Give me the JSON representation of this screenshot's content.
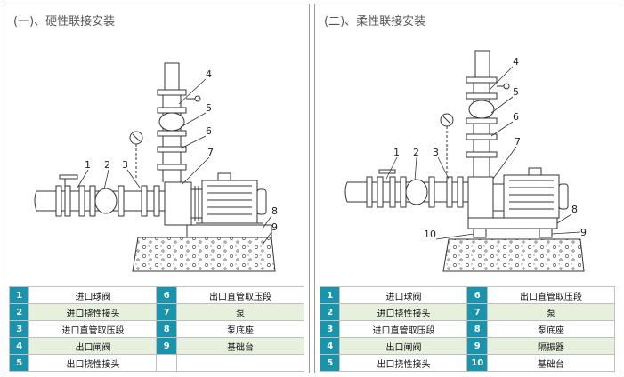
{
  "left": {
    "title": "(一)、硬性联接安装",
    "callouts": [
      "1",
      "2",
      "3",
      "4",
      "5",
      "6",
      "7",
      "8",
      "9"
    ],
    "legend": [
      {
        "num": "1",
        "name": "进口球阀",
        "num2": "6",
        "name2": "出口直管取压段"
      },
      {
        "num": "2",
        "name": "进口挠性接头",
        "num2": "7",
        "name2": "泵"
      },
      {
        "num": "3",
        "name": "进口直管取压段",
        "num2": "8",
        "name2": "泵底座"
      },
      {
        "num": "4",
        "name": "出口闸阀",
        "num2": "9",
        "name2": "基础台"
      },
      {
        "num": "5",
        "name": "出口挠性接头",
        "num2": "",
        "name2": ""
      }
    ]
  },
  "right": {
    "title": "(二)、柔性联接安装",
    "callouts": [
      "1",
      "2",
      "3",
      "4",
      "5",
      "6",
      "7",
      "8",
      "9",
      "10"
    ],
    "legend": [
      {
        "num": "1",
        "name": "进口球阀",
        "num2": "6",
        "name2": "出口直管取压段"
      },
      {
        "num": "2",
        "name": "进口挠性接头",
        "num2": "7",
        "name2": "泵"
      },
      {
        "num": "3",
        "name": "进口直管取压段",
        "num2": "8",
        "name2": "泵底座"
      },
      {
        "num": "4",
        "name": "出口闸阀",
        "num2": "9",
        "name2": "隔振器"
      },
      {
        "num": "5",
        "name": "出口挠性接头",
        "num2": "10",
        "name2": "基础台"
      }
    ]
  },
  "colors": {
    "accent": "#1a93ad",
    "alt_row": "#e7f0dc",
    "line": "#333333"
  }
}
